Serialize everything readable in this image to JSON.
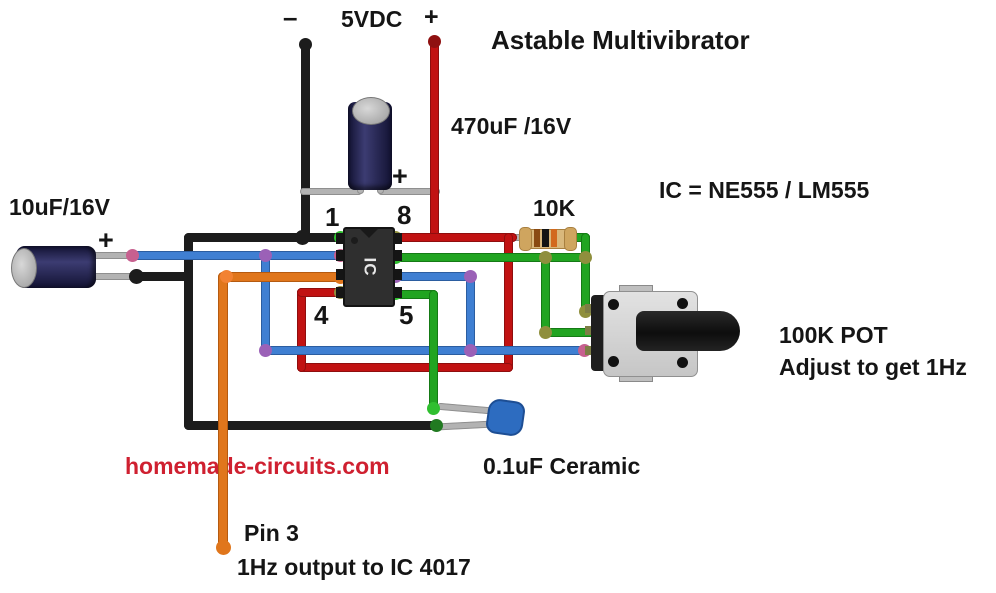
{
  "title": "Astable Multivibrator",
  "power": {
    "minus": "–",
    "label": "5VDC",
    "plus": "+"
  },
  "components": {
    "cap470_label": "470uF /16V",
    "cap470_polarity": "+",
    "cap10_label": "10uF/16V",
    "cap10_polarity": "+",
    "resistor_label": "10K",
    "ic_note": "IC = NE555 / LM555",
    "ic_marking": "IC",
    "pot_label_1": "100K POT",
    "pot_label_2": "Adjust to get 1Hz",
    "ceramic_label": "0.1uF Ceramic"
  },
  "ic_pins": {
    "pin1": "1",
    "pin8": "8",
    "pin4": "4",
    "pin5": "5"
  },
  "output": {
    "pin_label": "Pin 3",
    "note": "1Hz output to IC 4017"
  },
  "watermark": "homemade-circuits.com",
  "colors": {
    "wire_black": "#1c1c1c",
    "wire_red": "#c11212",
    "wire_blue": "#3f7fd2",
    "wire_green": "#21a421",
    "wire_orange": "#e0761c",
    "lead_gray": "#b3b3b3",
    "watermark_red": "#cf2030",
    "capacitor_body": "#1a1a3e",
    "resistor_body": "#d9b87c",
    "ceramic_blue": "#2d6cc0"
  }
}
